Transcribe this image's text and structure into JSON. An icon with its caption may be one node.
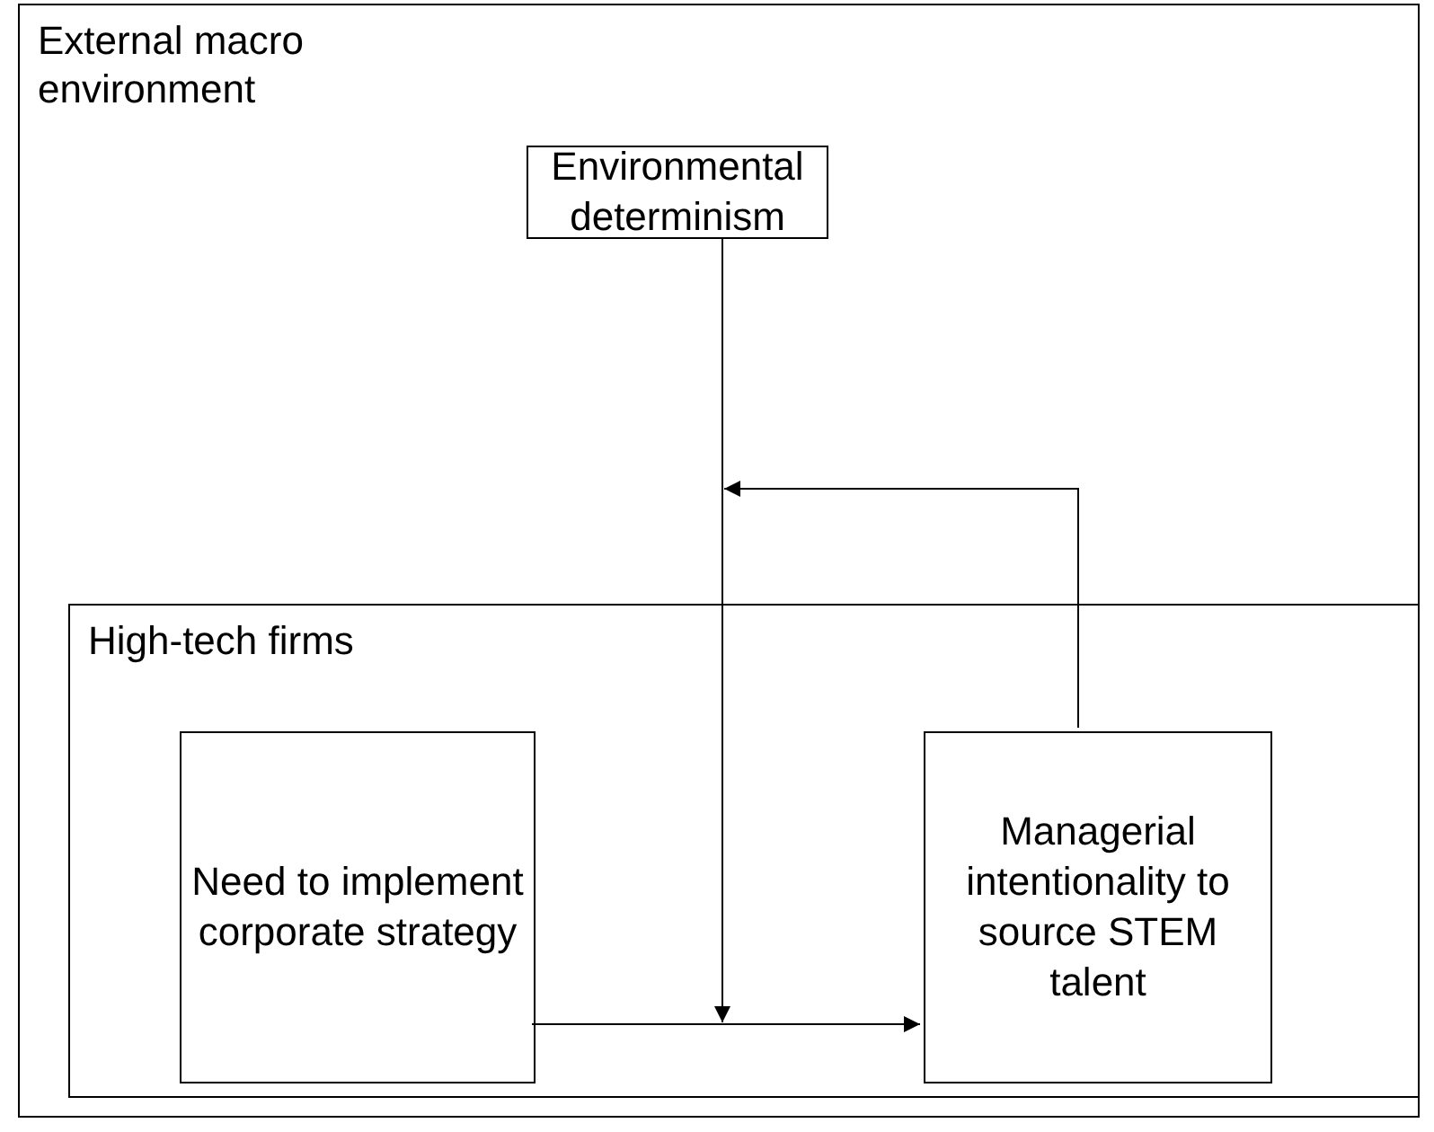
{
  "diagram": {
    "nodes": [
      {
        "text": [
          "External macro environment"
        ]
      },
      {
        "text": [
          "Environmental determinism"
        ],
        "in": 0
      },
      {
        "text": [
          "High-tech firms"
        ],
        "in": 0
      },
      {
        "text": [
          "Need to implement corporate strategy"
        ],
        "in": 2
      },
      {
        "text": [
          "Managerial intentionality to source STEM talent"
        ],
        "in": 2
      }
    ],
    "edges": [
      {
        "from": 3,
        "to": 4,
        "arrow": "to"
      },
      {
        "from": 1,
        "to": null,
        "arrow": "to"
      },
      {
        "from": 4,
        "to": null,
        "arrow": "to"
      }
    ]
  }
}
